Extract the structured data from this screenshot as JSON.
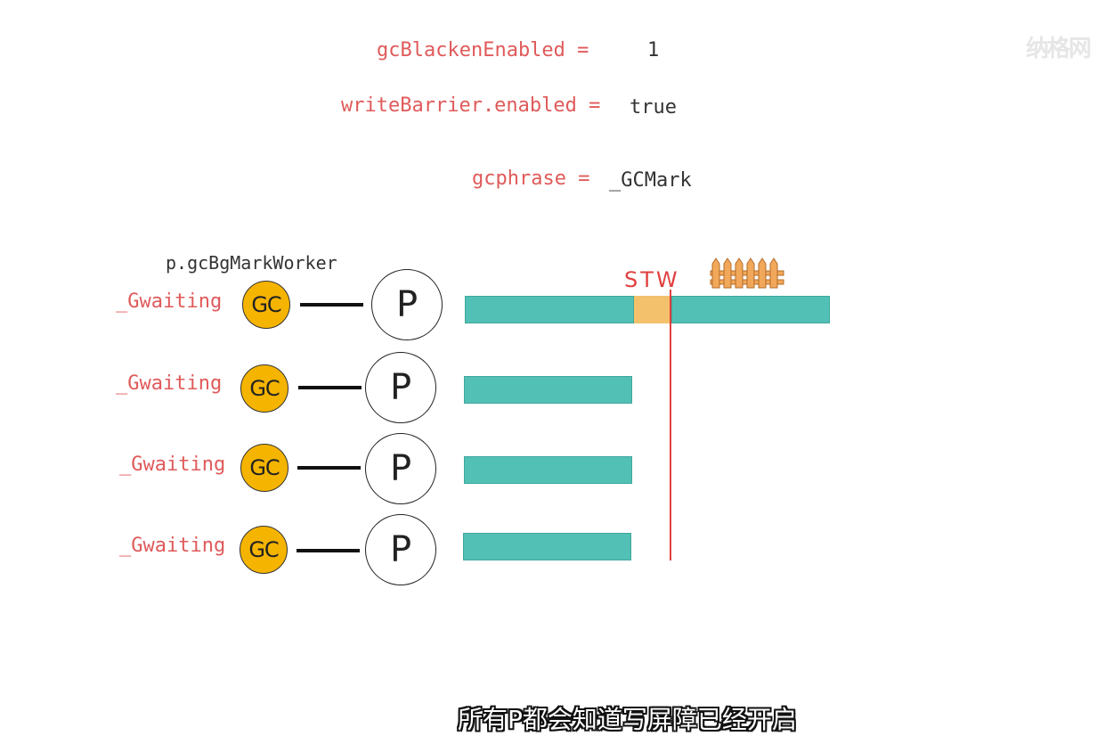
{
  "watermark": "纳格网",
  "vars": {
    "gc_blacken": {
      "label": "gcBlackenEnabled =",
      "value": "1"
    },
    "write_barrier": {
      "label": "writeBarrier.enabled =",
      "value": "true"
    },
    "gcphase": {
      "label": "gcphrase =",
      "value": "_GCMark"
    }
  },
  "worker_label": "p.gcBgMarkWorker",
  "stw_label": "STW",
  "rows": [
    {
      "state": "_Gwaiting",
      "gc": "GC",
      "p": "P"
    },
    {
      "state": "_Gwaiting",
      "gc": "GC",
      "p": "P"
    },
    {
      "state": "_Gwaiting",
      "gc": "GC",
      "p": "P"
    },
    {
      "state": "_Gwaiting",
      "gc": "GC",
      "p": "P"
    }
  ],
  "fence_icon": "fence-icon",
  "subtitle": "所有P都会知道写屏障已经开启",
  "colors": {
    "label_red": "#e05a5a",
    "bar_teal": "#52c0b4",
    "stw_orange": "#f3c06b",
    "gc_yellow": "#f5b400"
  }
}
